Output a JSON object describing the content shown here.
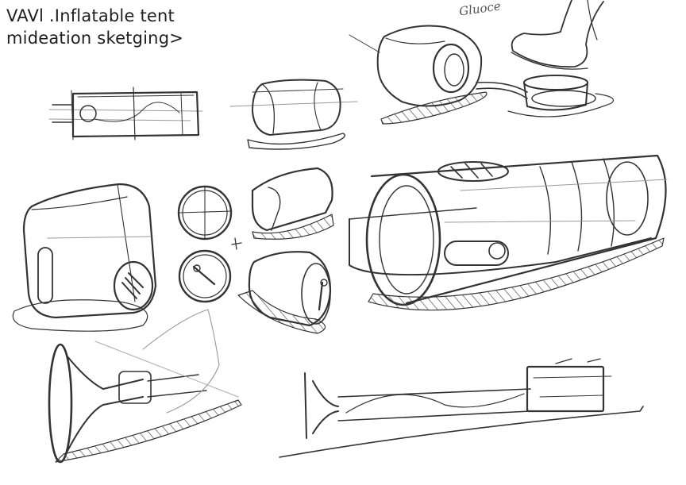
{
  "sheet": {
    "title_line_1": "VAVl .Inflatable tent",
    "title_line_2": "mideation sketging>",
    "corner_note": "Gluoce"
  },
  "colors": {
    "paper": "#ffffff",
    "ink": "#333333",
    "light_ink": "#8a8a8a",
    "hatch": "#444444"
  }
}
